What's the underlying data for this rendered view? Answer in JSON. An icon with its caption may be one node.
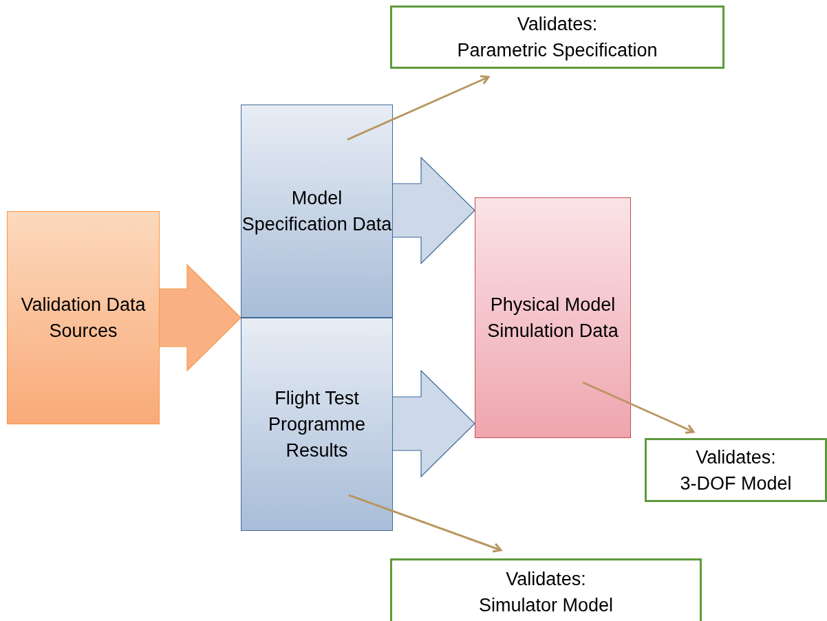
{
  "diagram": {
    "nodes": [
      {
        "text": [
          "Validation Data Sources"
        ]
      },
      {
        "text": [
          "Model Specification Data"
        ]
      },
      {
        "text": [
          "Flight Test Programme Results"
        ]
      },
      {
        "text": [
          "Physical Model Simulation Data"
        ]
      },
      {
        "text": [
          "Validates:",
          "Parametric Specification"
        ]
      },
      {
        "text": [
          "Validates:",
          "3-DOF Model"
        ]
      },
      {
        "text": [
          "Validates:",
          "Simulator Model"
        ]
      }
    ],
    "edges": [
      {
        "from": 0,
        "to": 1,
        "arrow": "to",
        "style": "thick",
        "color": "#f79646"
      },
      {
        "from": 0,
        "to": 2,
        "arrow": "to",
        "style": "thick",
        "color": "#f79646"
      },
      {
        "from": 1,
        "to": 3,
        "arrow": "to",
        "style": "thick",
        "color": "#3d6a99"
      },
      {
        "from": 2,
        "to": 3,
        "arrow": "to",
        "style": "thick",
        "color": "#3d6a99"
      },
      {
        "from": 1,
        "to": 4,
        "arrow": "to",
        "color": "#b8965f"
      },
      {
        "from": 3,
        "to": 5,
        "arrow": "to",
        "color": "#b8965f"
      },
      {
        "from": 2,
        "to": 6,
        "arrow": "to",
        "color": "#b8965f"
      }
    ]
  }
}
